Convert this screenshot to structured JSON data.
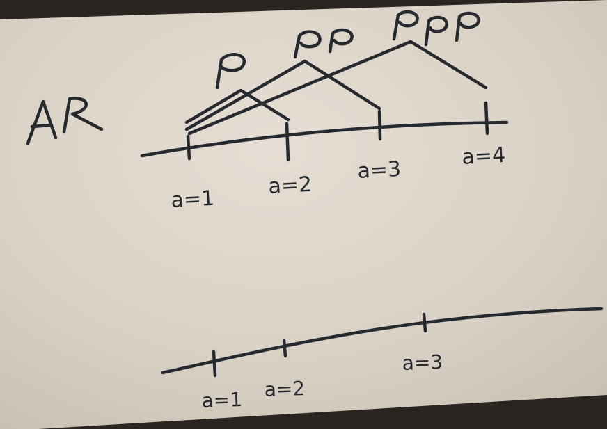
{
  "top_diagram": {
    "title": "AR",
    "tick_labels": [
      "a=1",
      "a=2",
      "a=3",
      "a=4"
    ],
    "arc_labels": [
      "ρ",
      "ρρ",
      "ρρρ"
    ]
  },
  "bottom_diagram": {
    "tick_labels": [
      "a=1",
      "a=2",
      "a=3"
    ]
  },
  "colors": {
    "paper": "#dcd3c8",
    "ink": "#26292e",
    "background": "#2b2522"
  }
}
